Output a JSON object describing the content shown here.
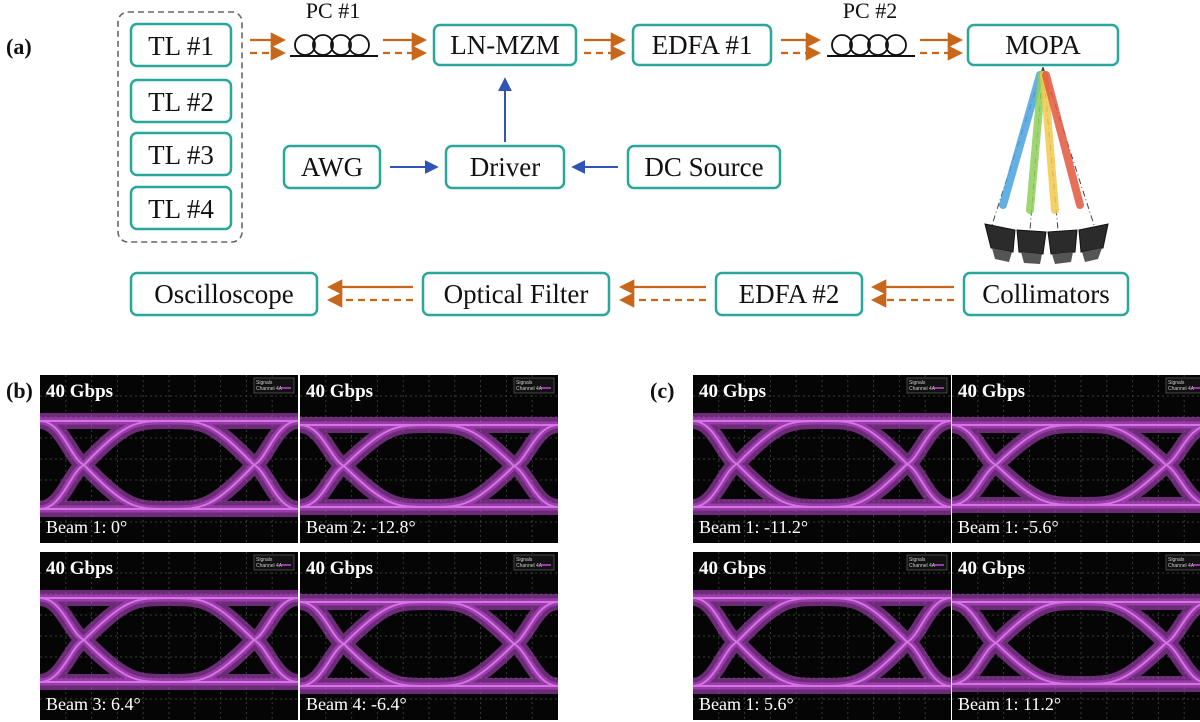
{
  "panels": {
    "a": "(a)",
    "b": "(b)",
    "c": "(c)"
  },
  "setup": {
    "lasers": [
      "TL #1",
      "TL #2",
      "TL #3",
      "TL #4"
    ],
    "pc1": "PC #1",
    "pc2": "PC #2",
    "modulator": "LN-MZM",
    "edfa1": "EDFA #1",
    "mopa": "MOPA",
    "awg": "AWG",
    "driver": "Driver",
    "dc_source": "DC Source",
    "oscilloscope": "Oscilloscope",
    "optical_filter": "Optical Filter",
    "edfa2": "EDFA #2",
    "collimators": "Collimators",
    "beam_colors": [
      "#4aa3df",
      "#8ed15a",
      "#f2c94c",
      "#e2583e"
    ]
  },
  "eye_diagrams": {
    "b": [
      {
        "rate": "40 Gbps",
        "beam": "Beam 1: 0°"
      },
      {
        "rate": "40 Gbps",
        "beam": "Beam 2: -12.8°"
      },
      {
        "rate": "40 Gbps",
        "beam": "Beam 3: 6.4°"
      },
      {
        "rate": "40 Gbps",
        "beam": "Beam 4: -6.4°"
      }
    ],
    "c": [
      {
        "rate": "40 Gbps",
        "beam": "Beam 1: -11.2°"
      },
      {
        "rate": "40 Gbps",
        "beam": "Beam 1: -5.6°"
      },
      {
        "rate": "40 Gbps",
        "beam": "Beam 1: 5.6°"
      },
      {
        "rate": "40 Gbps",
        "beam": "Beam 1: 11.2°"
      }
    ],
    "legend": [
      "Signals",
      "Channel 4A"
    ],
    "trace_color": "#c04ad6"
  }
}
